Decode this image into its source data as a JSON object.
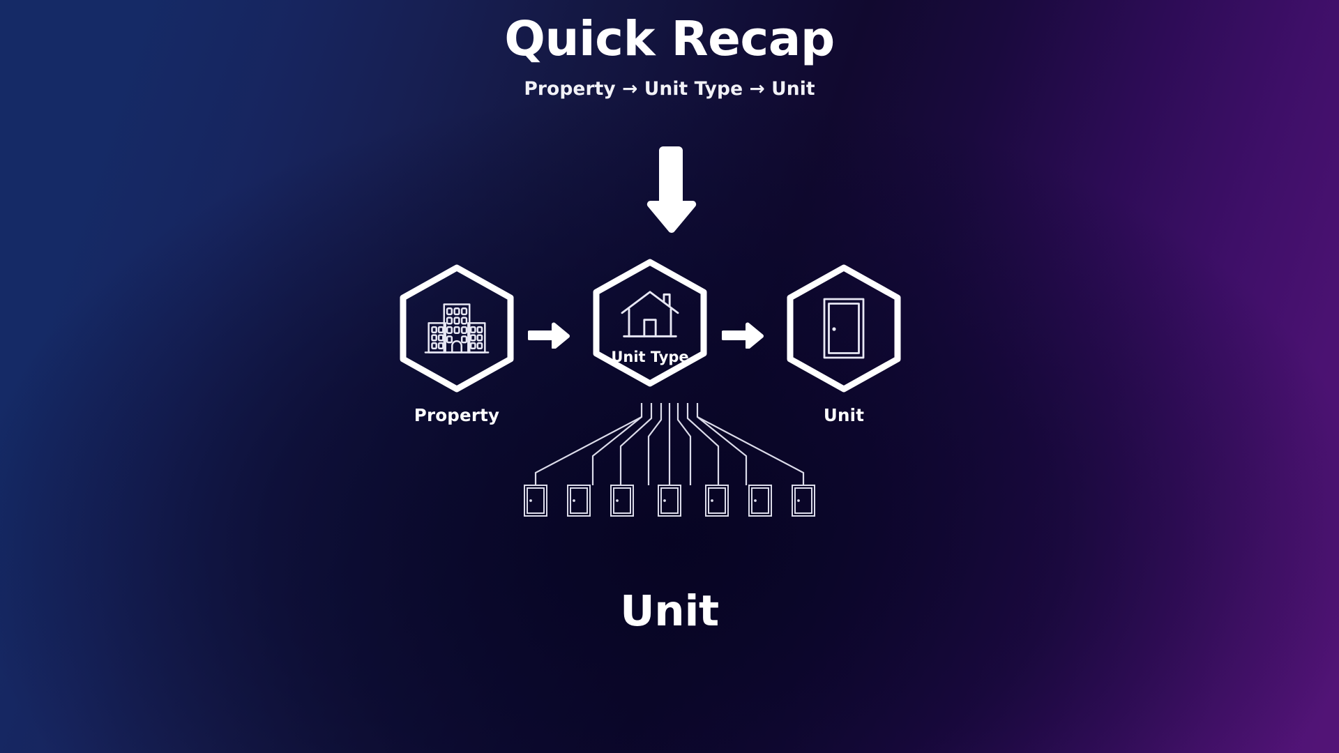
{
  "header": {
    "title": "Quick Recap",
    "subtitle": "Property → Unit Type → Unit"
  },
  "flow": {
    "down_arrow_icon": "arrow-down-icon",
    "nodes": [
      {
        "id": "property",
        "icon": "building-icon",
        "outside_label": "Property",
        "inside_label": ""
      },
      {
        "id": "unit-type",
        "icon": "house-icon",
        "outside_label": "",
        "inside_label": "Unit Type"
      },
      {
        "id": "unit",
        "icon": "door-icon",
        "outside_label": "Unit",
        "inside_label": ""
      }
    ],
    "connector_icons": [
      "arrow-right-icon",
      "arrow-right-icon"
    ],
    "branch_count": 7,
    "branch_icon": "door-icon"
  },
  "caption": {
    "text": "Unit"
  },
  "colors": {
    "background_start": "#152a66",
    "background_mid": "#110f38",
    "background_end": "#531477",
    "foreground": "#ffffff",
    "line": "#e6e6f2"
  }
}
